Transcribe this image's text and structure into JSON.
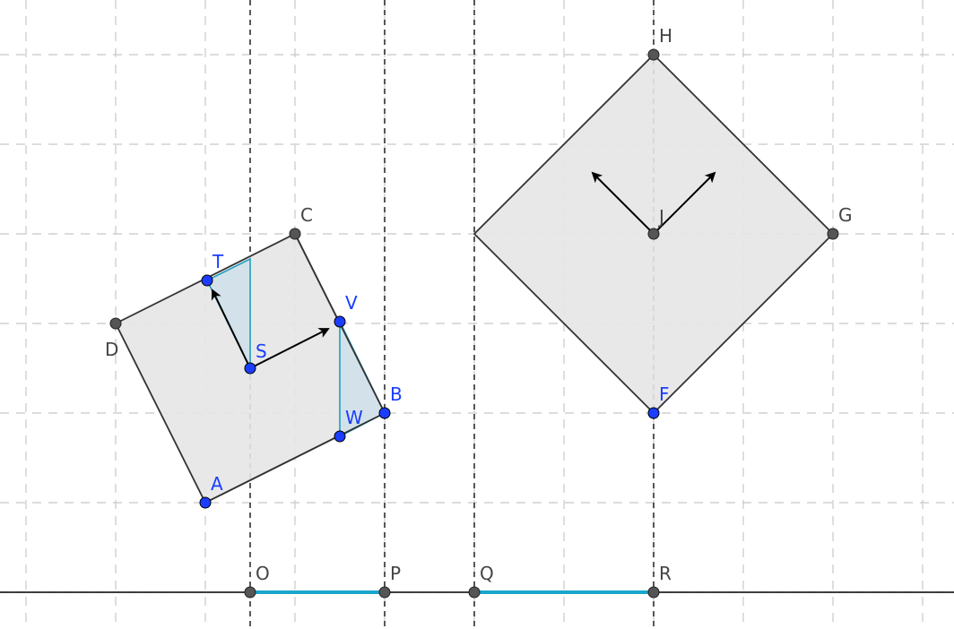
{
  "colors": {
    "grid": "#c8c8c8",
    "axis": "#000000",
    "guide": "#000000",
    "polygon_fill": "#e8e8e8",
    "polygon_stroke": "#333333",
    "triangle_fill": "#d6e4ec",
    "triangle_stroke": "#1f9fbf",
    "segment": "#1aa6cc",
    "free_point": "#1a3dff",
    "fixed_point": "#555555",
    "free_label": "#1a3dff",
    "fixed_label": "#444444",
    "vector": "#000000"
  },
  "points": {
    "A": {
      "label": "A",
      "free": true
    },
    "B": {
      "label": "B",
      "free": true
    },
    "C": {
      "label": "C",
      "free": false
    },
    "D": {
      "label": "D",
      "free": false
    },
    "S": {
      "label": "S",
      "free": true
    },
    "T": {
      "label": "T",
      "free": true
    },
    "V": {
      "label": "V",
      "free": true
    },
    "W": {
      "label": "W",
      "free": true
    },
    "F": {
      "label": "F",
      "free": true
    },
    "G": {
      "label": "G",
      "free": false
    },
    "H": {
      "label": "H",
      "free": false
    },
    "J": {
      "label": "J",
      "free": false
    },
    "O": {
      "label": "O",
      "free": false
    },
    "P": {
      "label": "P",
      "free": false
    },
    "Q": {
      "label": "Q",
      "free": false
    },
    "R": {
      "label": "R",
      "free": false
    }
  }
}
